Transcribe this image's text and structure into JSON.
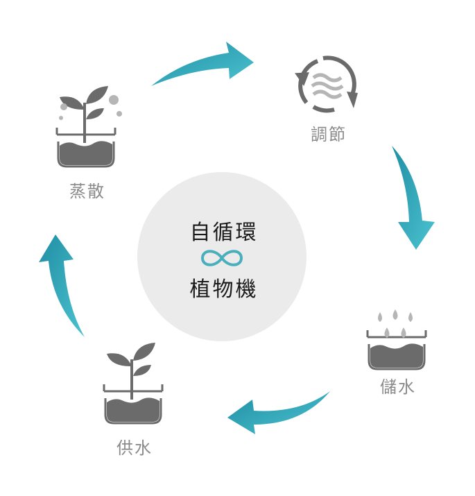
{
  "center": {
    "line1": "自循環",
    "symbol": "∞",
    "line2": "植物機"
  },
  "steps": [
    {
      "label": "調節",
      "icon": "cycle-waves-icon"
    },
    {
      "label": "儲水",
      "icon": "water-drops-tank-icon"
    },
    {
      "label": "供水",
      "icon": "plant-pot-icon"
    },
    {
      "label": "蒸散",
      "icon": "plant-pot-evaporation-icon"
    }
  ],
  "colors": {
    "arrow": "#2a9fb1",
    "arrow_light": "#4cc3d0",
    "icon": "#6b6b6b",
    "icon_light": "#b5b5b5",
    "label": "#8a8a8a",
    "center_bg": "#ebebeb",
    "infinity": "#4aaebd"
  }
}
